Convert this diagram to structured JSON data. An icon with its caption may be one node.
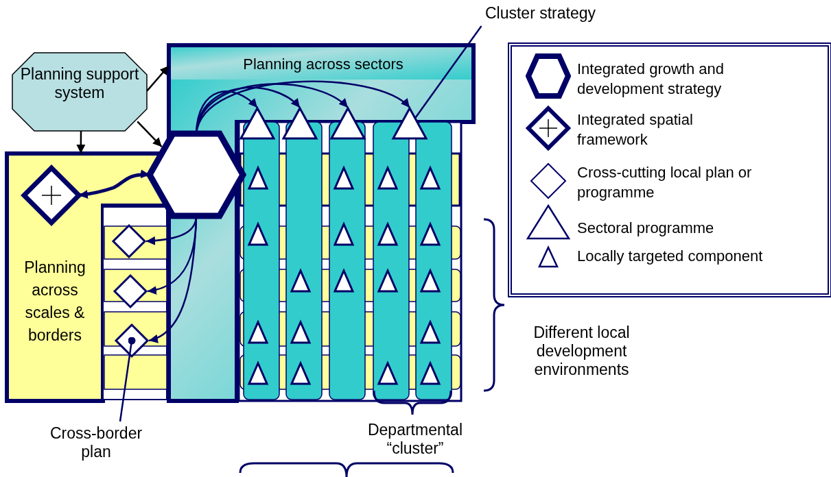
{
  "diagram": {
    "nodes": [
      {
        "text": [
          "Planning support system"
        ]
      },
      {
        "text": [
          "Planning across sectors"
        ]
      },
      {
        "text": [
          "Planning across scales & borders"
        ]
      },
      {
        "text": [],
        "shape": "hexagon"
      },
      {
        "text": [],
        "shape": "diamond",
        "in": 2
      },
      {
        "text": [],
        "shape": "diamond"
      },
      {
        "text": [],
        "shape": "diamond"
      },
      {
        "text": [],
        "shape": "diamond"
      },
      {
        "text": [],
        "shape": "triangle"
      },
      {
        "text": [],
        "shape": "triangle"
      },
      {
        "text": [],
        "shape": "triangle"
      },
      {
        "text": [],
        "shape": "triangle"
      },
      {
        "text": [
          "Cluster strategy"
        ]
      },
      {
        "text": [
          "Cross-border plan"
        ]
      }
    ],
    "edges": [
      {
        "from": 0,
        "to": 1,
        "arrow": "to",
        "color": "#000000"
      },
      {
        "from": 0,
        "to": 3,
        "arrow": "to",
        "color": "#000000"
      },
      {
        "from": 0,
        "to": 2,
        "arrow": "to",
        "color": "#000000"
      },
      {
        "from": 3,
        "to": 4,
        "arrow": "both",
        "style": "thick"
      },
      {
        "from": 3,
        "to": 8,
        "arrow": "to"
      },
      {
        "from": 3,
        "to": 9,
        "arrow": "to"
      },
      {
        "from": 3,
        "to": 10,
        "arrow": "to"
      },
      {
        "from": 3,
        "to": 11,
        "arrow": "to"
      },
      {
        "from": 3,
        "to": 5,
        "arrow": "to"
      },
      {
        "from": 3,
        "to": 6,
        "arrow": "to"
      },
      {
        "from": 3,
        "to": 7,
        "arrow": "to"
      },
      {
        "from": 12,
        "to": 11,
        "arrow": "other"
      },
      {
        "from": 13,
        "to": 7,
        "arrow": "other"
      }
    ],
    "labels": [
      "Different local development environments",
      "Departmental “cluster”"
    ],
    "legend": [
      {
        "text": "Integrated growth and development strategy"
      },
      {
        "text": "Integrated spatial framework"
      },
      {
        "text": "Cross-cutting local plan or programme"
      },
      {
        "text": "Sectoral programme"
      },
      {
        "text": "Locally targeted component"
      }
    ]
  }
}
